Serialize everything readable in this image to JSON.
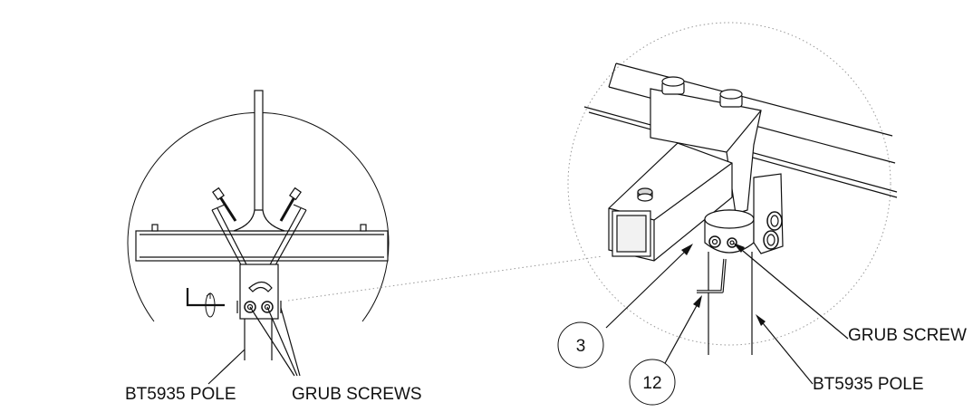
{
  "left_detail": {
    "labels": {
      "pole": "BT5935 POLE",
      "grub_screws": "GRUB SCREWS"
    }
  },
  "right_detail": {
    "labels": {
      "grub_screw": "GRUB SCREW",
      "pole": "BT5935 POLE"
    },
    "callouts": [
      "3",
      "12"
    ]
  },
  "colors": {
    "line": "#111111",
    "fill_light": "#f2f2f2",
    "fill_mid": "#d9d9d9",
    "leader_dotted": "#999999"
  }
}
